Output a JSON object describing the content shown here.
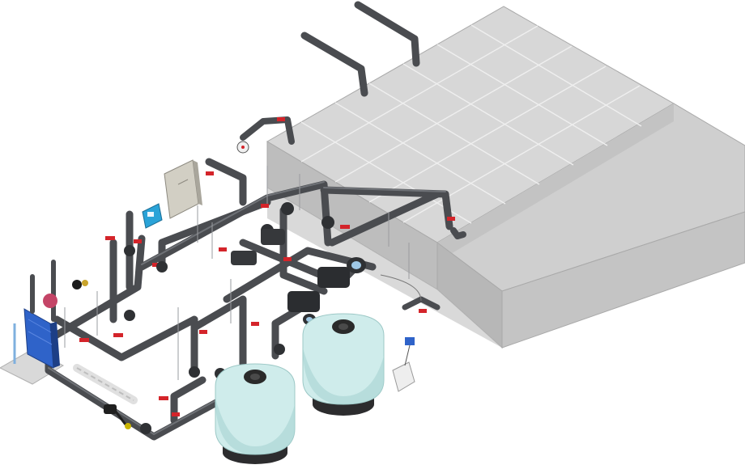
{
  "diagram": {
    "kind": "isometric-pool-plant-room",
    "colors": {
      "background": "#ffffff",
      "tank_side": "#bdbdbd",
      "tank_top": "#d7d7d7",
      "tank_inner": "#c6c6c6",
      "grid_line": "#efefef",
      "pipe": "#4a4c50",
      "valve": "#d4242a",
      "filter_body": "#cfeceb",
      "filter_shade": "#a7d3d2",
      "filter_base": "#2c2c2e",
      "heat_exchanger": "#2f63c9",
      "control_panel": "#d2cfc4",
      "dosing_unit": "#2aa3d8",
      "floor_slab": "#d9d9d9"
    },
    "components": [
      {
        "id": "tank",
        "icon": "balance-tank-icon"
      },
      {
        "id": "filter-left",
        "icon": "sand-filter-icon"
      },
      {
        "id": "filter-right",
        "icon": "sand-filter-icon"
      },
      {
        "id": "pumps",
        "icon": "pump-icon"
      },
      {
        "id": "heat-exchanger",
        "icon": "heat-exchanger-icon"
      },
      {
        "id": "control-panel",
        "icon": "control-panel-icon"
      },
      {
        "id": "dosing-unit",
        "icon": "dosing-unit-icon"
      },
      {
        "id": "uv-unit",
        "icon": "uv-reactor-icon"
      },
      {
        "id": "sensor-box",
        "icon": "sensor-box-icon"
      },
      {
        "id": "vent-pipes",
        "icon": "vent-pipe-icon"
      }
    ]
  }
}
